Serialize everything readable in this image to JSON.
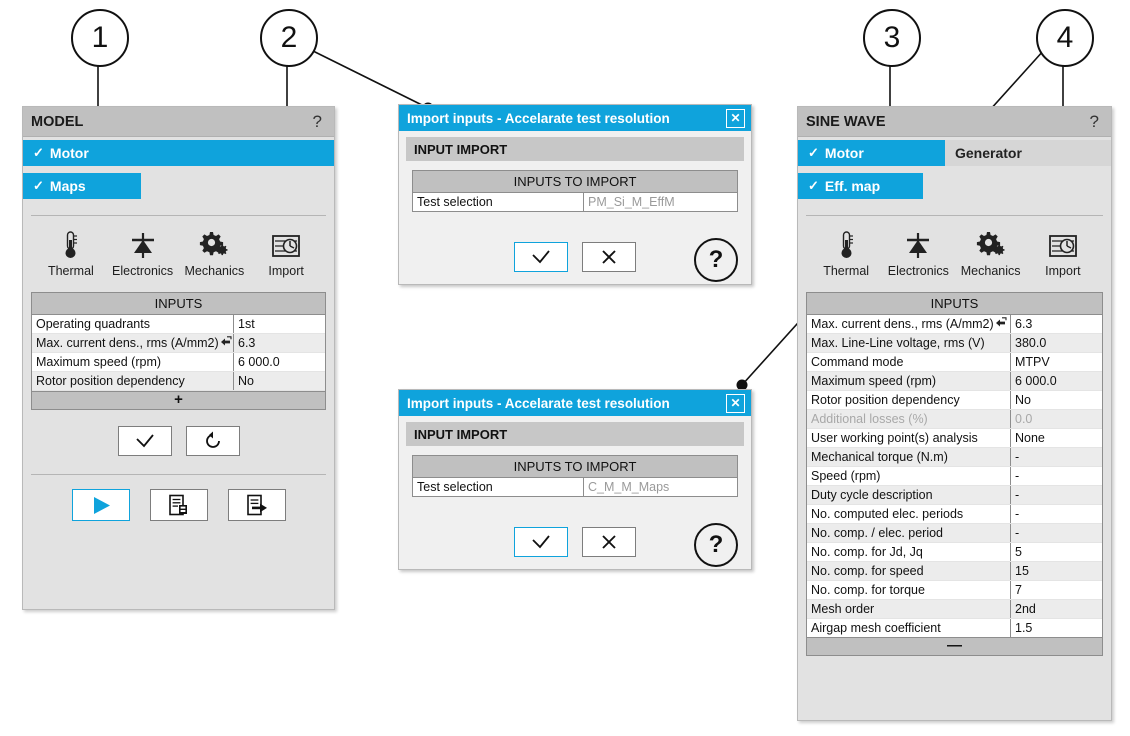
{
  "callouts": [
    {
      "label": "1"
    },
    {
      "label": "2"
    },
    {
      "label": "3"
    },
    {
      "label": "4"
    }
  ],
  "model_panel": {
    "title": "MODEL",
    "help": "?",
    "tabs_primary": [
      {
        "label": "Motor",
        "check": "✓",
        "selected": true
      }
    ],
    "tabs_secondary": [
      {
        "label": "Maps",
        "check": "✓",
        "selected": true
      }
    ],
    "icons": [
      {
        "name": "thermal-icon",
        "label": "Thermal"
      },
      {
        "name": "electronics-icon",
        "label": "Electronics"
      },
      {
        "name": "mechanics-icon",
        "label": "Mechanics"
      },
      {
        "name": "import-icon",
        "label": "Import"
      }
    ],
    "inputs_header": "INPUTS",
    "inputs": [
      {
        "key": "Operating quadrants",
        "value": "1st",
        "link": false,
        "dim": false
      },
      {
        "key": "Max. current dens., rms (A/mm2)",
        "value": "6.3",
        "link": true,
        "dim": false
      },
      {
        "key": "Maximum speed (rpm)",
        "value": "6 000.0",
        "link": false,
        "dim": false
      },
      {
        "key": "Rotor position dependency",
        "value": "No",
        "link": false,
        "dim": false
      }
    ],
    "inputs_footer": "+",
    "action_buttons": [
      {
        "name": "validate-button",
        "glyph": "check",
        "accent": false
      },
      {
        "name": "reset-button",
        "glyph": "reload",
        "accent": false
      }
    ],
    "bottom_buttons": [
      {
        "name": "run-button",
        "glyph": "play",
        "accent": true
      },
      {
        "name": "report-button",
        "glyph": "report",
        "accent": false
      },
      {
        "name": "export-button",
        "glyph": "export",
        "accent": false
      }
    ]
  },
  "dialog_1": {
    "title": "Import inputs - Accelarate test resolution",
    "close": "✕",
    "section": "INPUT IMPORT",
    "table_header": "INPUTS TO IMPORT",
    "row_key": "Test selection",
    "row_value": "PM_Si_M_EffM",
    "ok": "✓",
    "cancel": "✕",
    "help": "?"
  },
  "dialog_2": {
    "title": "Import inputs - Accelarate test resolution",
    "close": "✕",
    "section": "INPUT IMPORT",
    "table_header": "INPUTS TO IMPORT",
    "row_key": "Test selection",
    "row_value": "C_M_M_Maps",
    "ok": "✓",
    "cancel": "✕",
    "help": "?"
  },
  "sine_panel": {
    "title": "SINE WAVE",
    "help": "?",
    "tabs_primary": [
      {
        "label": "Motor",
        "check": "✓",
        "selected": true
      },
      {
        "label": "Generator",
        "check": "",
        "selected": false
      }
    ],
    "tabs_secondary": [
      {
        "label": "Eff. map",
        "check": "✓",
        "selected": true
      }
    ],
    "icons": [
      {
        "name": "thermal-icon",
        "label": "Thermal"
      },
      {
        "name": "electronics-icon",
        "label": "Electronics"
      },
      {
        "name": "mechanics-icon",
        "label": "Mechanics"
      },
      {
        "name": "import-icon",
        "label": "Import"
      }
    ],
    "inputs_header": "INPUTS",
    "inputs": [
      {
        "key": "Max. current dens., rms (A/mm2)",
        "value": "6.3",
        "link": true,
        "dim": false
      },
      {
        "key": "Max. Line-Line voltage, rms (V)",
        "value": "380.0",
        "link": false,
        "dim": false
      },
      {
        "key": "Command mode",
        "value": "MTPV",
        "link": false,
        "dim": false
      },
      {
        "key": "Maximum speed (rpm)",
        "value": "6 000.0",
        "link": false,
        "dim": false
      },
      {
        "key": "Rotor position dependency",
        "value": "No",
        "link": false,
        "dim": false
      },
      {
        "key": "Additional losses (%)",
        "value": "0.0",
        "link": false,
        "dim": true
      },
      {
        "key": "User working point(s) analysis",
        "value": "None",
        "link": false,
        "dim": false
      },
      {
        "key": "Mechanical torque (N.m)",
        "value": "-",
        "link": false,
        "dim": false
      },
      {
        "key": "Speed (rpm)",
        "value": "-",
        "link": false,
        "dim": false
      },
      {
        "key": "Duty cycle description",
        "value": "-",
        "link": false,
        "dim": false
      },
      {
        "key": "No. computed elec. periods",
        "value": "-",
        "link": false,
        "dim": false
      },
      {
        "key": "No. comp. / elec. period",
        "value": "-",
        "link": false,
        "dim": false
      },
      {
        "key": "No. comp. for Jd, Jq",
        "value": "5",
        "link": false,
        "dim": false
      },
      {
        "key": "No. comp. for speed",
        "value": "15",
        "link": false,
        "dim": false
      },
      {
        "key": "No. comp. for torque",
        "value": "7",
        "link": false,
        "dim": false
      },
      {
        "key": "Mesh order",
        "value": "2nd",
        "link": false,
        "dim": false
      },
      {
        "key": "Airgap mesh coefficient",
        "value": "1.5",
        "link": false,
        "dim": false
      }
    ],
    "inputs_footer": "—"
  },
  "colors": {
    "accent": "#0fa3dc",
    "panel_bg": "#e2e2e2",
    "title_bg": "#c0c0c0"
  }
}
